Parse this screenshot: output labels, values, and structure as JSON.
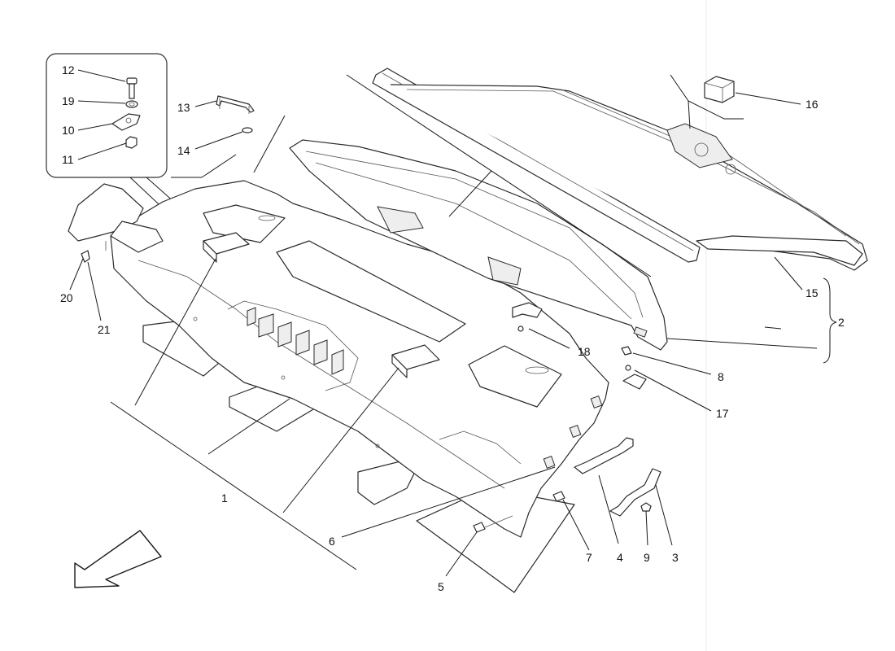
{
  "diagram": {
    "callouts": {
      "c1": "1",
      "c2": "2",
      "c3": "3",
      "c4": "4",
      "c5": "5",
      "c6": "6",
      "c7": "7",
      "c8": "8",
      "c9": "9",
      "c10": "10",
      "c11": "11",
      "c12": "12",
      "c13": "13",
      "c14": "14",
      "c15": "15",
      "c16": "16",
      "c17": "17",
      "c18": "18",
      "c19": "19",
      "c20": "20",
      "c21": "21"
    },
    "direction_arrow": "front-direction-arrow",
    "colors": {
      "line": "#1a1a1a",
      "fill": "#ffffff",
      "shade": "#eeeeee",
      "page_edge": "#e8e8e8"
    }
  }
}
